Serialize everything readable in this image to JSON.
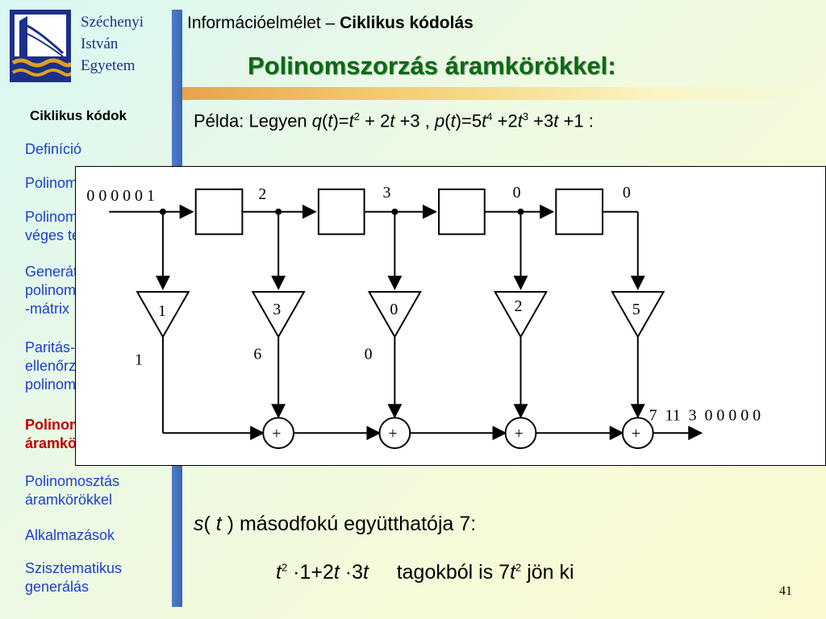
{
  "logo": {
    "name_lines": [
      "Széchenyi",
      "István",
      "Egyetem"
    ]
  },
  "header": {
    "course": "Információelmélet – ",
    "course_bold": "Ciklikus kódolás",
    "title": "Polinomszorzás áramkörökkel:"
  },
  "sidebar": {
    "title": "Ciklikus kódok",
    "items": [
      {
        "label": "Definíció"
      },
      {
        "label": "Polinomok"
      },
      {
        "label": "Polinomok\nvéges test felett"
      },
      {
        "label": "Generátor-\npolinom és\n-mátrix"
      },
      {
        "label": "Paritás-\nellenőrző\npolinom"
      },
      {
        "label": "Polinomszorzás\náramkörökkel"
      },
      {
        "label": "Polinomosztás\náramkörökkel"
      },
      {
        "label": "Alkalmazások"
      },
      {
        "label": "Szisztematikus\ngenerálás"
      }
    ],
    "active_index": 5
  },
  "example": {
    "lead": "Példa: Legyen ",
    "q": "q",
    "t": "t",
    "eq1": ")=",
    "exp2": "2",
    "plus2t": " + 2",
    "plus3": " +3 ,  ",
    "p": "p",
    "eq2": ")=5",
    "exp4": "4",
    "plus2": " +2",
    "exp3": "3",
    "plus3t": " +3",
    "plus1": "  +1 :"
  },
  "diagram": {
    "input": "0 0 0 0 0 1",
    "register_labels": [
      "2",
      "3",
      "0",
      "0"
    ],
    "coefficients": [
      "1",
      "3",
      "0",
      "2",
      "5"
    ],
    "products": [
      "1",
      "6",
      "0"
    ],
    "adder_symbol": "+",
    "output": "7  11  3  0 0 0 0 0"
  },
  "bottom": {
    "s": "s",
    "paren_open": "( ",
    "t": "t",
    "paren_rest": " ) másodfokú együtthatója 7:",
    "exp2": "2",
    "mult1": " ·1+2",
    "mult2": " ·3",
    "tail": "     tagokból is 7",
    "tail_exp": "2",
    "tail_end": " jön ki"
  },
  "page_number": "41",
  "colors": {
    "title_green": "#0a6b12",
    "nav_blue": "#1b3fd0",
    "nav_active": "#c00000",
    "logo_blue": "#1b2f8a",
    "logo_gold": "#e0a020"
  }
}
